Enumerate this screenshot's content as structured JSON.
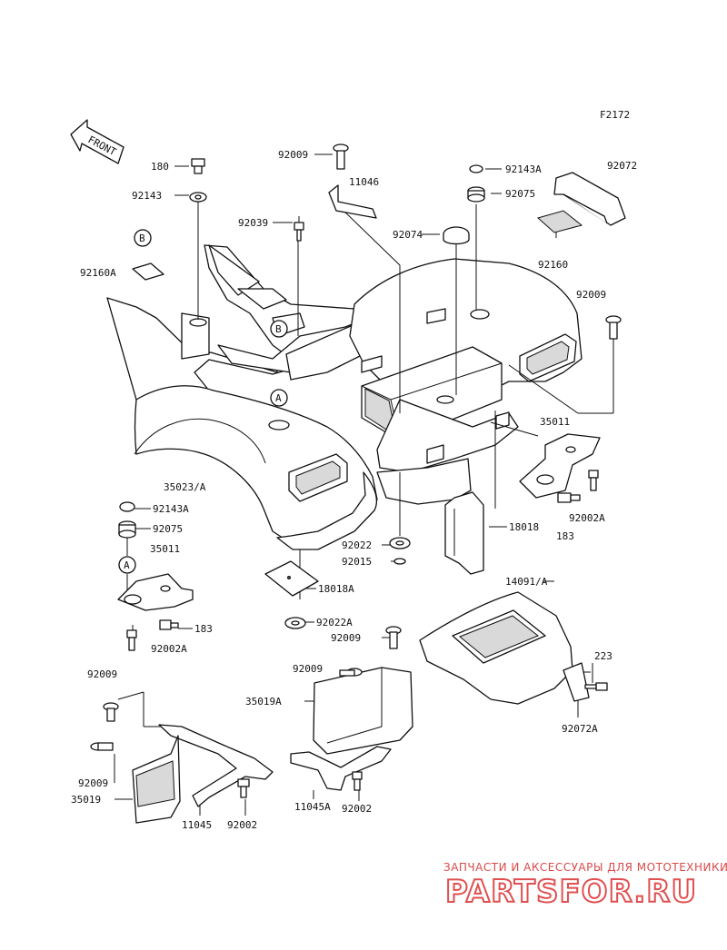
{
  "diagram_code": "F2172",
  "front_label": "FRONT",
  "callouts": {
    "a": "A",
    "b": "B"
  },
  "parts": {
    "p180": "180",
    "p92143": "92143",
    "p92160A": "92160A",
    "p92009_top": "92009",
    "p11046": "11046",
    "p92039": "92039",
    "p92143A_top": "92143A",
    "p92075_top": "92075",
    "p92072": "92072",
    "p92074": "92074",
    "p92160": "92160",
    "p92009_right": "92009",
    "p35011_right": "35011",
    "p92002A_right": "92002A",
    "p183_right": "183",
    "p35023A": "35023/A",
    "p92143A_left": "92143A",
    "p92075_left": "92075",
    "p35011_left": "35011",
    "p183_left": "183",
    "p92002A_left": "92002A",
    "p92022": "92022",
    "p92015": "92015",
    "p18018": "18018",
    "p18018A": "18018A",
    "p92022A": "92022A",
    "p92009_mid": "92009",
    "p14091A": "14091/A",
    "p223": "223",
    "p92072A": "92072A",
    "p92009_lower": "92009",
    "p35019A": "35019A",
    "p92009_ll1": "92009",
    "p92009_ll2": "92009",
    "p35019": "35019",
    "p11045": "11045",
    "p92002_a": "92002",
    "p11045A": "11045A",
    "p92002_b": "92002"
  },
  "watermark": {
    "tagline": "ЗАПЧАСТИ И АКСЕССУАРЫ ДЛЯ МОТОТЕХНИКИ",
    "brand": "PARTSFOR.RU",
    "color": "#e05050"
  }
}
